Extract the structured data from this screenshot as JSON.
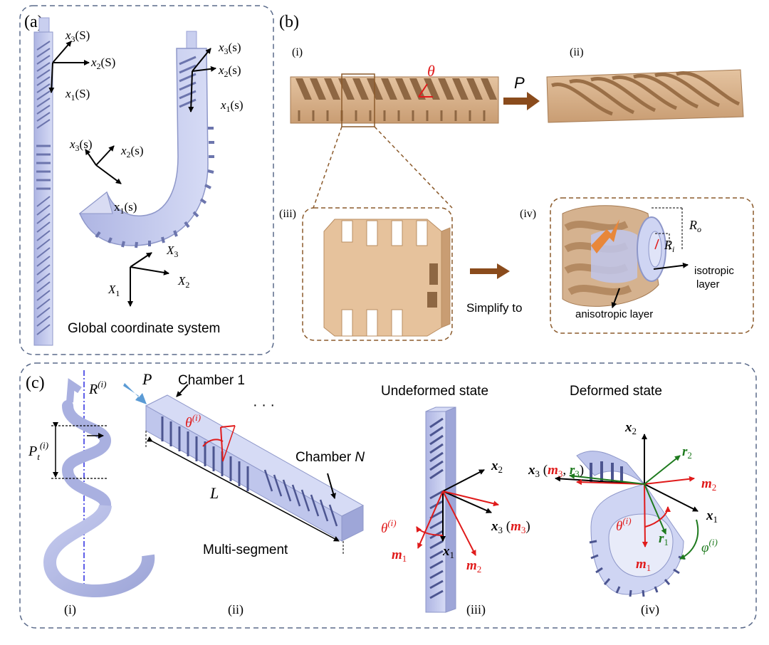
{
  "panel_a": {
    "label": "(a)",
    "top_x3": "x",
    "top_x3_sub": "3",
    "top_x3_arg": "(S)",
    "top_x2": "x",
    "top_x2_sub": "2",
    "top_x2_arg": "(S)",
    "top_x1": "x",
    "top_x1_sub": "1",
    "top_x1_arg": "(S)",
    "right_x3": "x",
    "right_x3_sub": "3",
    "right_x3_arg": "(s)",
    "right_x2": "x",
    "right_x2_sub": "2",
    "right_x2_arg": "(s)",
    "right_x1": "x",
    "right_x1_sub": "1",
    "right_x1_arg": "(s)",
    "mid_x3": "x",
    "mid_x3_sub": "3",
    "mid_x3_arg": "(s)",
    "mid_x2": "x",
    "mid_x2_sub": "2",
    "mid_x2_arg": "(s)",
    "mid_x1": "x",
    "mid_x1_sub": "1",
    "mid_x1_arg": "(s)",
    "glob_X3": "X",
    "glob_X3_sub": "3",
    "glob_X2": "X",
    "glob_X2_sub": "2",
    "glob_X1": "X",
    "glob_X1_sub": "1",
    "global_caption": "Global coordinate system"
  },
  "panel_b": {
    "label": "(b)",
    "sub_i": "(i)",
    "sub_ii": "(ii)",
    "sub_iii": "(iii)",
    "sub_iv": "(iv)",
    "theta": "θ",
    "pressure": "P",
    "simplify": "Simplify to",
    "R_o": "R",
    "R_o_sub": "o",
    "R_i": "R",
    "R_i_sub": "i",
    "isotropic_1": "isotropic",
    "isotropic_2": "layer",
    "anisotropic": "anisotropic layer"
  },
  "panel_c": {
    "label": "(c)",
    "R_i": "R",
    "R_i_sup": "(i)",
    "P_t": "P",
    "P_t_sub": "t",
    "P_t_sup": "(i)",
    "pressure": "P",
    "chamber_1": "Chamber 1",
    "chamber_N_text": "Chamber ",
    "chamber_N_var": "N",
    "dots": "· · ·",
    "theta_i": "θ",
    "theta_i_sup": "(i)",
    "L": "L",
    "multi_segment": "Multi-segment",
    "undeformed": "Undeformed state",
    "deformed": "Deformed state",
    "und_x2": "x",
    "und_x2_sub": "2",
    "und_x3": "x",
    "und_x3_sub": "3",
    "und_m3": "m",
    "und_m3_sub": "3",
    "und_theta": "θ",
    "und_theta_sup": "(i)",
    "und_m1": "m",
    "und_m1_sub": "1",
    "und_x1": "x",
    "und_x1_sub": "1",
    "und_m2": "m",
    "und_m2_sub": "2",
    "def_x2": "x",
    "def_x2_sub": "2",
    "def_x3": "x",
    "def_x3_sub": "3",
    "def_m3": "m",
    "def_m3_sub": "3",
    "def_r3": "r",
    "def_r3_sub": "3",
    "def_r2": "r",
    "def_r2_sub": "2",
    "def_m2": "m",
    "def_m2_sub": "2",
    "def_theta": "θ",
    "def_theta_sup": "(i)",
    "def_x1": "x",
    "def_x1_sub": "1",
    "def_r1": "r",
    "def_r1_sub": "1",
    "def_phi": "φ",
    "def_phi_sup": "(i)",
    "def_m1": "m",
    "def_m1_sub": "1",
    "sub_i": "(i)",
    "sub_ii": "(ii)",
    "sub_iii": "(iii)",
    "sub_iv": "(iv)"
  },
  "colors": {
    "panel_border": "#5a6a8a",
    "brown_border": "#8b5a2b",
    "actuator_tan": "#d7b08a",
    "actuator_tan_dark": "#b98d62",
    "actuator_blue": "#bfc6ec",
    "actuator_blue_dark": "#8e97c9",
    "arrow_brown": "#8a4b1c",
    "arrow_orange": "#e8873a",
    "red": "#e01b1b",
    "green": "#1e7a1e",
    "blue_arrow": "#5b9bd5",
    "dashdot_blue": "#2a2ae0"
  }
}
